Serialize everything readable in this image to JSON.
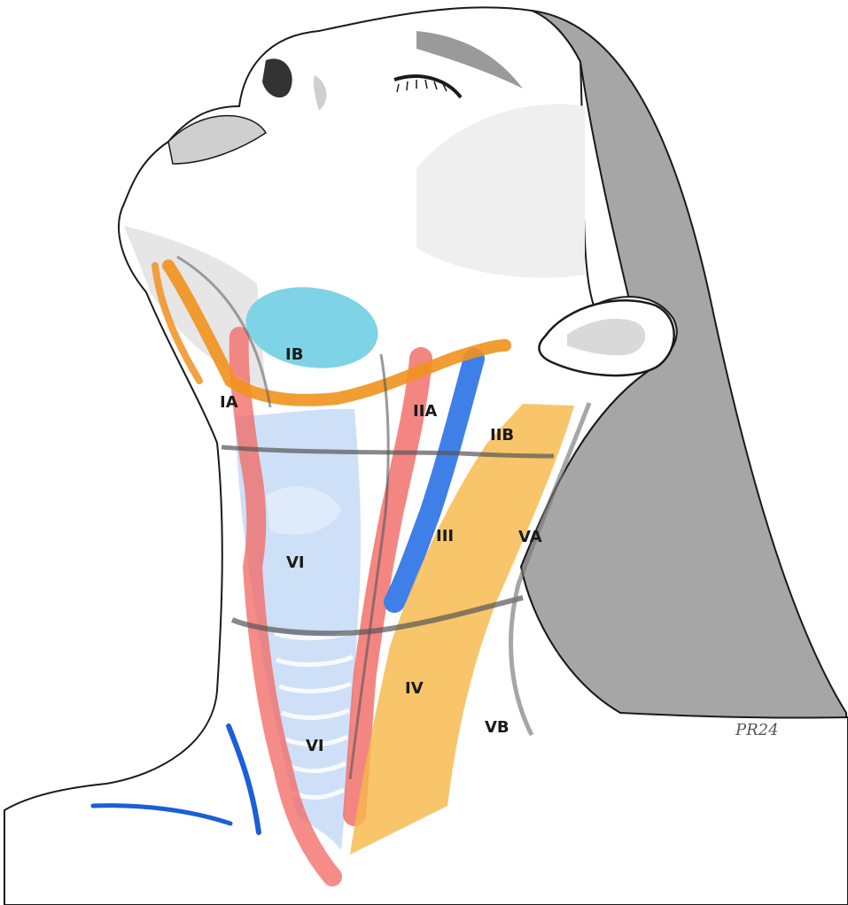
{
  "figure": {
    "colors": {
      "skin": "#ffffff",
      "outline": "#1a1a1a",
      "shadow": "#a9a9a9",
      "hair": "#a6a6a6",
      "submandibular_gland": "#7fd3e6",
      "mandible_band": "#f0921e",
      "carotid_artery": "#f26b66",
      "jugular_vein": "#3f7fe8",
      "posterior_triangle": "#f7b84a",
      "central_compartment": "#c9dcf7",
      "external_jugular": "#1a5fd6"
    },
    "levels": {
      "ia": "IA",
      "ib": "IB",
      "iia": "IIA",
      "iib": "IIB",
      "iii": "III",
      "iv": "IV",
      "va": "VA",
      "vb": "VB",
      "vi_upper": "VI",
      "vi_lower": "VI"
    },
    "signature": "PR24"
  }
}
